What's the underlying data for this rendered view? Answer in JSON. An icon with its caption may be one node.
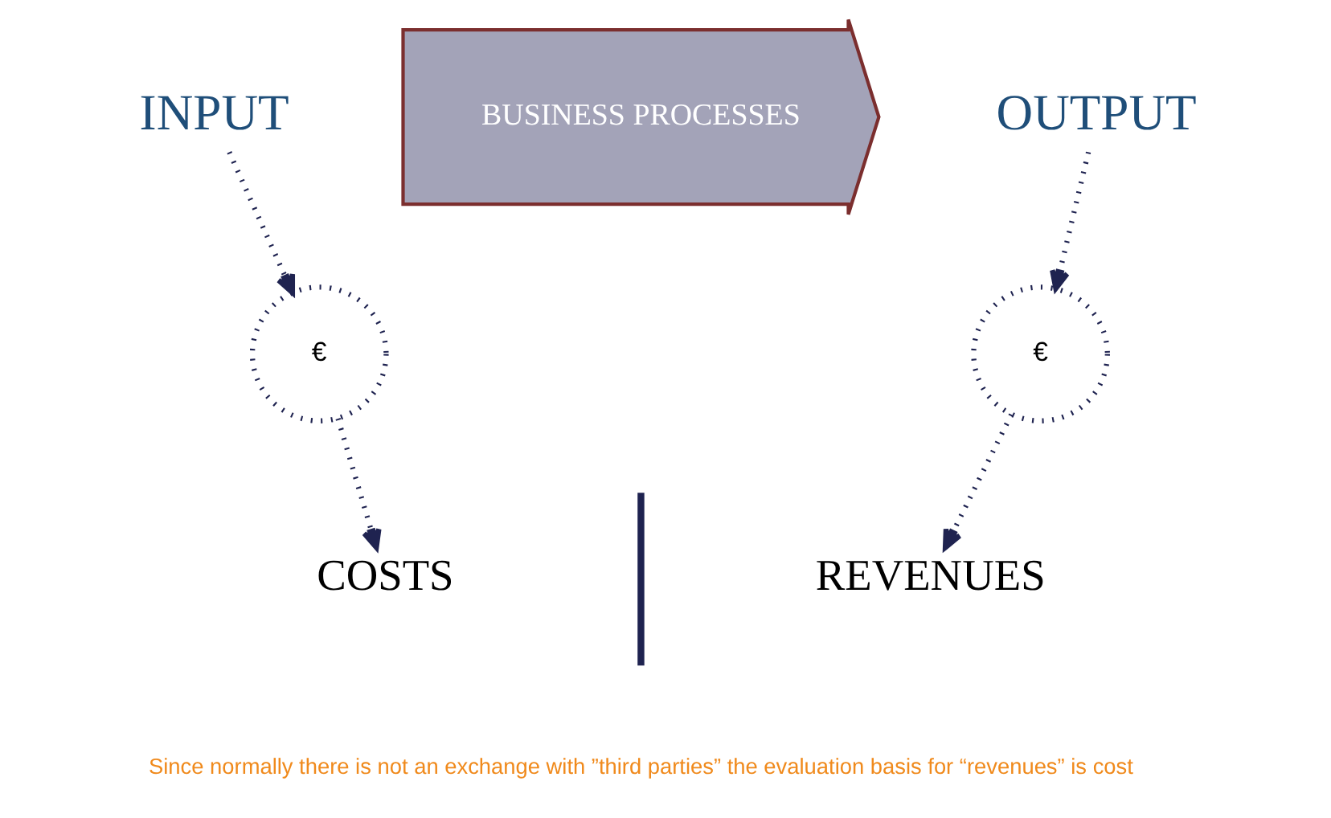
{
  "diagram": {
    "nodes": [
      {
        "text": [
          "INPUT"
        ]
      },
      {
        "text": [
          "€"
        ]
      },
      {
        "text": [
          "BUSINESS PROCESSES"
        ]
      },
      {
        "text": [
          "OUTPUT"
        ]
      },
      {
        "text": [
          "€"
        ]
      },
      {
        "text": [
          "COSTS"
        ]
      },
      {
        "text": [
          "REVENUES"
        ]
      }
    ],
    "edges": [
      {
        "from": 0,
        "to": 1,
        "arrow": "to"
      },
      {
        "from": 1,
        "to": 5,
        "arrow": "to"
      },
      {
        "from": 3,
        "to": 4,
        "arrow": "to"
      },
      {
        "from": 4,
        "to": 6,
        "arrow": "to"
      }
    ],
    "labels": [
      "Since normally there is not an exchange with ”third parties” the evaluation basis for “revenues” is cost"
    ]
  }
}
